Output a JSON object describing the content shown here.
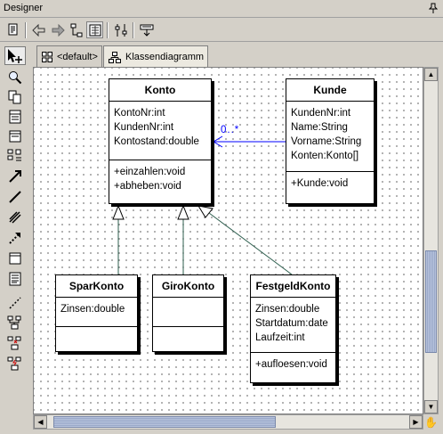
{
  "window": {
    "title": "Designer"
  },
  "toolbar": {
    "buttons": [
      "page-icon",
      "back-arrow-icon",
      "forward-arrow-icon",
      "layout-icon",
      "grid-layout-icon",
      "align-icon",
      "export-icon"
    ]
  },
  "palette": {
    "tools": [
      "select-pointer-icon",
      "zoom-icon",
      "copy-icon",
      "class-icon",
      "interface-icon",
      "package-icon",
      "association-icon",
      "line-icon",
      "inheritance-icon",
      "dependency-icon",
      "note-icon",
      "comment-icon",
      "dashed-line-icon",
      "component-icon",
      "node-icon",
      "object-icon"
    ]
  },
  "tabs": [
    {
      "label": "<default>",
      "icon": "grid-icon",
      "active": false
    },
    {
      "label": "Klassendiagramm",
      "icon": "class-diagram-icon",
      "active": true
    }
  ],
  "diagram": {
    "classes": {
      "konto": {
        "name": "Konto",
        "attributes": [
          "KontoNr:int",
          "KundenNr:int",
          "Kontostand:double"
        ],
        "methods": [
          "+einzahlen:void",
          "+abheben:void"
        ]
      },
      "kunde": {
        "name": "Kunde",
        "attributes": [
          "KundenNr:int",
          "Name:String",
          "Vorname:String",
          "Konten:Konto[]"
        ],
        "methods": [
          "+Kunde:void"
        ]
      },
      "sparkonto": {
        "name": "SparKonto",
        "attributes": [
          "Zinsen:double"
        ],
        "methods": []
      },
      "girokonto": {
        "name": "GiroKonto",
        "attributes": [],
        "methods": []
      },
      "festgeldkonto": {
        "name": "FestgeldKonto",
        "attributes": [
          "Zinsen:double",
          "Startdatum:date",
          "Laufzeit:int"
        ],
        "methods": [
          "+aufloesen:void"
        ]
      }
    },
    "association": {
      "multiplicity": "0..*"
    },
    "colors": {
      "association": "#0000ff",
      "inheritance": "#2f5f4f"
    }
  }
}
